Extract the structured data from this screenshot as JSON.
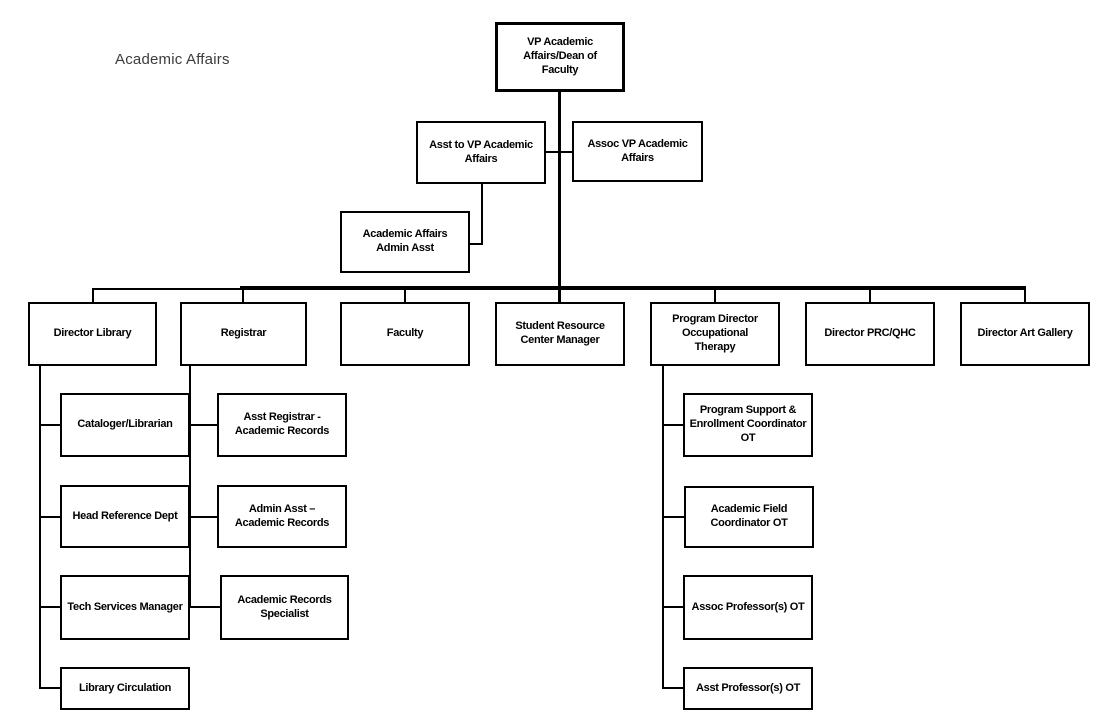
{
  "page": {
    "title": "Academic Affairs"
  },
  "colors": {
    "background": "#ffffff",
    "box_border": "#000000",
    "box_fill": "#ffffff",
    "box_text": "#000000",
    "connector": "#000000",
    "title_text": "#3c3c3c"
  },
  "org": {
    "root": {
      "label": "VP Academic\nAffairs/Dean of\nFaculty"
    },
    "assistants": [
      {
        "label": "Asst to VP Academic\nAffairs"
      },
      {
        "label": "Assoc VP Academic\nAffairs"
      }
    ],
    "admin_assistant": {
      "label": "Academic Affairs\nAdmin Asst"
    },
    "departments": [
      {
        "label": "Director Library",
        "children": [
          {
            "label": "Cataloger/Librarian"
          },
          {
            "label": "Head Reference Dept"
          },
          {
            "label": "Tech Services Manager"
          },
          {
            "label": "Library Circulation"
          }
        ]
      },
      {
        "label": "Registrar",
        "children": [
          {
            "label": "Asst Registrar -\nAcademic Records"
          },
          {
            "label": "Admin Asst –\nAcademic Records"
          },
          {
            "label": "Academic Records\nSpecialist"
          }
        ]
      },
      {
        "label": "Faculty",
        "children": []
      },
      {
        "label": "Student Resource\nCenter Manager",
        "children": []
      },
      {
        "label": "Program Director\nOccupational\nTherapy",
        "children": [
          {
            "label": "Program Support &\nEnrollment Coordinator\nOT"
          },
          {
            "label": "Academic Field\nCoordinator OT"
          },
          {
            "label": "Assoc Professor(s) OT"
          },
          {
            "label": "Asst Professor(s) OT"
          }
        ]
      },
      {
        "label": "Director PRC/QHC",
        "children": []
      },
      {
        "label": "Director Art Gallery",
        "children": []
      }
    ]
  }
}
